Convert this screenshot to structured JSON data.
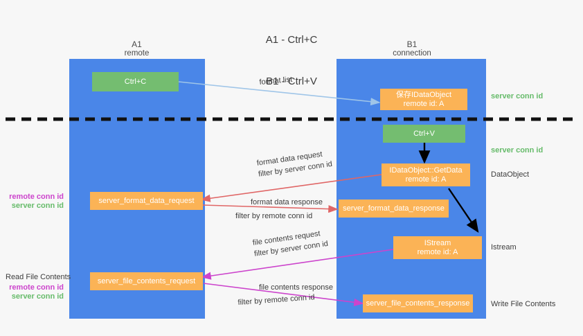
{
  "title": {
    "line1": "A1 - Ctrl+C",
    "line2": "B1 - Ctrl+V"
  },
  "lanes": [
    {
      "id": "a1",
      "name": "A1",
      "sub": "remote"
    },
    {
      "id": "b1",
      "name": "B1",
      "sub": "connection"
    }
  ],
  "colors": {
    "lane": "#4a86e8",
    "green_box": "#74bd70",
    "orange_box": "#fbb356",
    "server_conn": "#66bb6a",
    "remote_conn": "#cc44cc",
    "arrow_blue": "#9fc5e8",
    "arrow_red": "#e06666",
    "arrow_magenta": "#cc44cc",
    "arrow_black": "#000000",
    "background": "#f7f7f7"
  },
  "boxes": {
    "ctrl_c": {
      "label": "Ctrl+C",
      "kind": "green"
    },
    "ctrl_v": {
      "label": "Ctrl+V",
      "kind": "green"
    },
    "idataobject_save": {
      "line1": "保存IDataObject",
      "line2": "remote id: A",
      "kind": "orange"
    },
    "idataobject_getdata": {
      "line1": "IDataObject::GetData",
      "line2": "remote id: A",
      "kind": "orange"
    },
    "istream": {
      "line1": "IStream",
      "line2": "remote id: A",
      "kind": "orange"
    },
    "server_format_data_request": {
      "label": "server_format_data_request",
      "kind": "orange"
    },
    "server_format_data_response": {
      "label": "server_format_data_response",
      "kind": "orange"
    },
    "server_file_contents_request": {
      "label": "server_file_contents_request",
      "kind": "orange"
    },
    "server_file_contents_response": {
      "label": "server_file_contents_response",
      "kind": "orange"
    }
  },
  "edge_labels": {
    "format_list": "format list",
    "format_data_request": "format data request",
    "format_data_response": "format data response",
    "file_contents_request": "file contents request",
    "file_contents_response": "file contents response",
    "filter_by": "filter by",
    "server_conn_id": "server conn id",
    "remote_conn_id": "remote conn id"
  },
  "right_labels": {
    "server_conn_id_top": "server conn id",
    "server_conn_id_mid": "server conn id",
    "dataobject": "DataObject",
    "istream": "Istream",
    "write_file_contents": "Write File Contents"
  },
  "left_labels": {
    "remote_conn_id_1": "remote conn id",
    "server_conn_id_1": "server conn id",
    "read_file_contents": "Read File Contents",
    "remote_conn_id_2": "remote conn id",
    "server_conn_id_2": "server conn id"
  }
}
